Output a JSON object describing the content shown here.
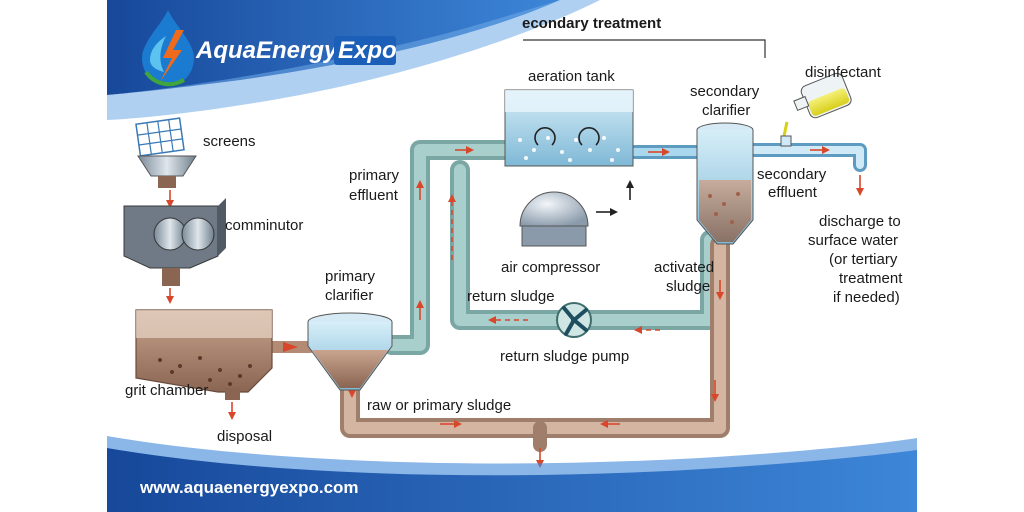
{
  "brand": {
    "name_part1": "AquaEnergy",
    "name_part2": "Expo",
    "website": "www.aquaenergyexpo.com"
  },
  "colors": {
    "banner_blue": "#1f5fb3",
    "pipe": "#8fb6b4",
    "water": "#a9d3e8",
    "sludge": "#b98f7a",
    "flow_arrow": "#d9472b"
  },
  "diagram": {
    "section_heading": "econdary treatment",
    "labels": {
      "screens": "screens",
      "comminutor": "comminutor",
      "grit_chamber": "grit chamber",
      "disposal": "disposal",
      "primary_clarifier_1": "primary",
      "primary_clarifier_2": "clarifier",
      "primary_effluent_1": "primary",
      "primary_effluent_2": "effluent",
      "aeration_tank": "aeration tank",
      "air_compressor": "air compressor",
      "secondary_clarifier_1": "secondary",
      "secondary_clarifier_2": "clarifier",
      "disinfectant": "disinfectant",
      "secondary_effluent_1": "secondary",
      "secondary_effluent_2": "effluent",
      "discharge_1": "discharge to",
      "discharge_2": "surface water",
      "discharge_3": "(or tertiary",
      "discharge_4": "treatment",
      "discharge_5": "if needed)",
      "activated_sludge_1": "activated",
      "activated_sludge_2": "sludge",
      "return_sludge": "return sludge",
      "return_sludge_pump": "return sludge pump",
      "raw_sludge": "raw or primary sludge"
    }
  }
}
